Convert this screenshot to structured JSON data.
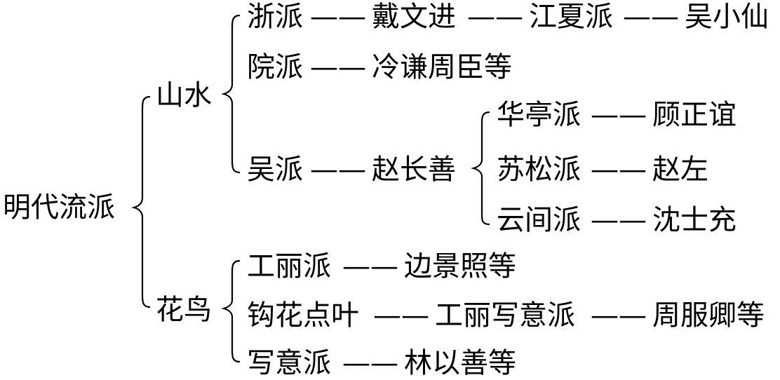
{
  "diagram": {
    "root": "明代流派",
    "dash": "——",
    "branches": {
      "shanshui": {
        "label": "山水",
        "zhe": {
          "school": "浙派",
          "rep1": "戴文进",
          "sub": "江夏派",
          "rep2": "吴小仙"
        },
        "yuan": {
          "school": "院派",
          "rep": "冷谦周臣等"
        },
        "wu": {
          "school": "吴派",
          "rep": "赵长善",
          "huating": {
            "school": "华亭派",
            "rep": "顾正谊"
          },
          "susong": {
            "school": "苏松派",
            "rep": "赵左"
          },
          "yunjian": {
            "school": "云间派",
            "rep": "沈士充"
          }
        }
      },
      "huaniao": {
        "label": "花鸟",
        "gongli": {
          "school": "工丽派",
          "rep": "边景照等"
        },
        "gouhua": {
          "school": "钩花点叶",
          "sub": "工丽写意派",
          "rep": "周服卿等"
        },
        "xieyi": {
          "school": "写意派",
          "rep": "林以善等"
        }
      }
    }
  }
}
